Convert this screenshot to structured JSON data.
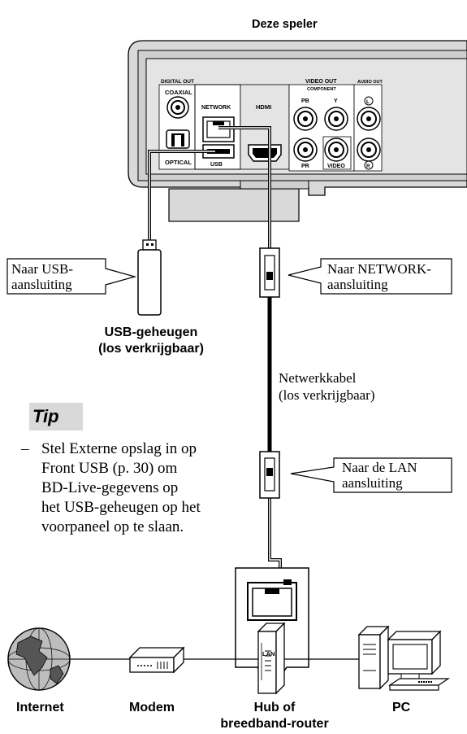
{
  "player": {
    "title": "Deze speler",
    "labels": {
      "digital_out": "DIGITAL OUT",
      "coaxial": "COAXIAL",
      "optical": "OPTICAL",
      "network": "NETWORK",
      "usb": "USB",
      "hdmi": "HDMI",
      "video_out": "VIDEO OUT",
      "component": "COMPONENT",
      "pb": "PB",
      "y": "Y",
      "pr": "PR",
      "video": "VIDEO",
      "audio_out": "AUDIO OUT",
      "audio_l": "L",
      "audio_r": "R"
    }
  },
  "callouts": {
    "usb_port": "Naar USB-\naansluiting",
    "network_port": "Naar NETWORK-\naansluiting",
    "lan_port": "Naar de LAN\naansluiting"
  },
  "usb_memory": "USB-geheugen\n(los verkrijgbaar)",
  "network_cable": "Netwerkkabel\n(los verkrijgbaar)",
  "tip": {
    "title": "Tip",
    "dash": "–",
    "text": "Stel Externe opslag in op\nFront USB (p. 30) om\nBD-Live-gegevens op\nhet USB-geheugen op het\nvoorpaneel op te slaan."
  },
  "lan_label": "LAN",
  "devices": {
    "internet": "Internet",
    "modem": "Modem",
    "hub": "Hub of\nbreedband-router",
    "pc": "PC"
  }
}
